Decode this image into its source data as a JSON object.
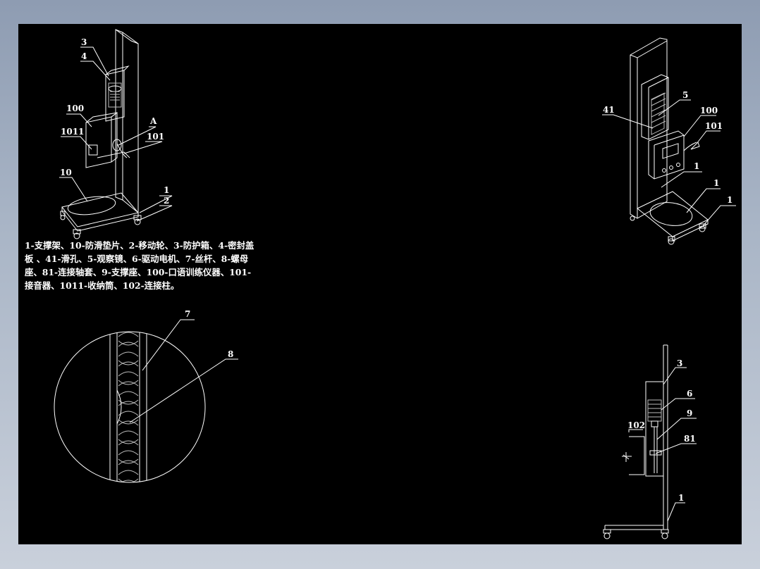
{
  "legend_text": "1-支撑架、10-防滑垫片、2-移动轮、3-防护箱、4-密封盖板 、41-滑孔、5-观察镜、6-驱动电机、7-丝杆、8-螺母座、81-连接轴套、9-支撑座、100-口语训练仪器、101-接音器、1011-收纳筒、102-连接柱。",
  "views": {
    "top_left": {
      "labels": [
        "3",
        "4",
        "100",
        "1011",
        "A",
        "101",
        "10",
        "1",
        "2"
      ]
    },
    "top_right": {
      "labels": [
        "5",
        "41",
        "100",
        "101",
        "1",
        "1",
        "1"
      ]
    },
    "detail": {
      "labels": [
        "7",
        "8"
      ]
    },
    "side": {
      "labels": [
        "3",
        "6",
        "9",
        "102",
        "81",
        "1"
      ]
    }
  },
  "colors": {
    "drawing_background": "#000000",
    "line": "#ffffff",
    "frame": "#8e9cb2"
  }
}
